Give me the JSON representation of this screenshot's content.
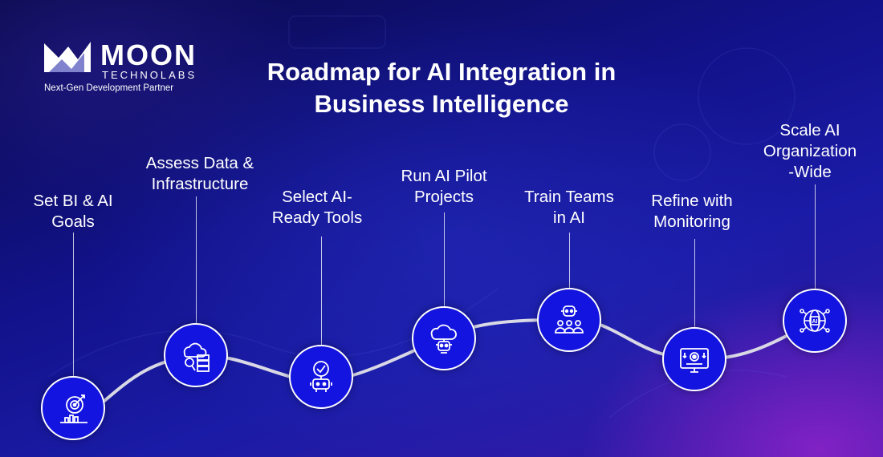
{
  "brand": {
    "name": "MOON",
    "subname": "TECHNOLABS",
    "tagline": "Next-Gen Development Partner"
  },
  "title": {
    "line1": "Roadmap for AI Integration in",
    "line2": "Business Intelligence"
  },
  "steps": [
    {
      "line1": "Set BI & AI",
      "line2": "Goals",
      "line3": "",
      "icon": "target-chart-icon"
    },
    {
      "line1": "Assess Data &",
      "line2": "Infrastructure",
      "line3": "",
      "icon": "cloud-server-search-icon"
    },
    {
      "line1": "Select AI-",
      "line2": "Ready Tools",
      "line3": "",
      "icon": "robot-check-icon"
    },
    {
      "line1": "Run AI Pilot",
      "line2": "Projects",
      "line3": "",
      "icon": "cloud-robot-icon"
    },
    {
      "line1": "Train Teams",
      "line2": "in AI",
      "line3": "",
      "icon": "team-training-icon"
    },
    {
      "line1": "Refine with",
      "line2": "Monitoring",
      "line3": "",
      "icon": "monitor-gear-icon"
    },
    {
      "line1": "Scale AI",
      "line2": "Organization",
      "line3": "-Wide",
      "icon": "ai-globe-icon"
    }
  ],
  "colors": {
    "node_fill": "#1414e0",
    "node_border": "#ffffff",
    "path": "#d9d9e6"
  }
}
